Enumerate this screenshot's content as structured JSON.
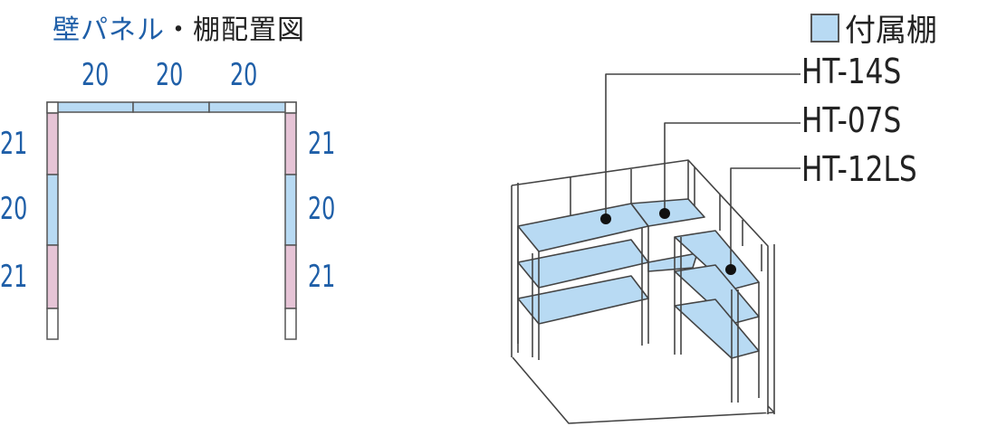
{
  "title": {
    "main": "壁パネル",
    "dot": "・",
    "tail": "棚配置図"
  },
  "top_dims": [
    "20",
    "20",
    "20"
  ],
  "left_dims": [
    "21",
    "20",
    "21"
  ],
  "right_dims": [
    "21",
    "20",
    "21"
  ],
  "legend": {
    "label": "付属棚",
    "swatch_color": "#b8daf3"
  },
  "shelf_models": [
    "HT-14S",
    "HT-07S",
    "HT-12LS"
  ],
  "colors": {
    "blue_panel": "#b8daf3",
    "pink_panel": "#e6c4d6",
    "text_blue": "#1f5fa8"
  }
}
